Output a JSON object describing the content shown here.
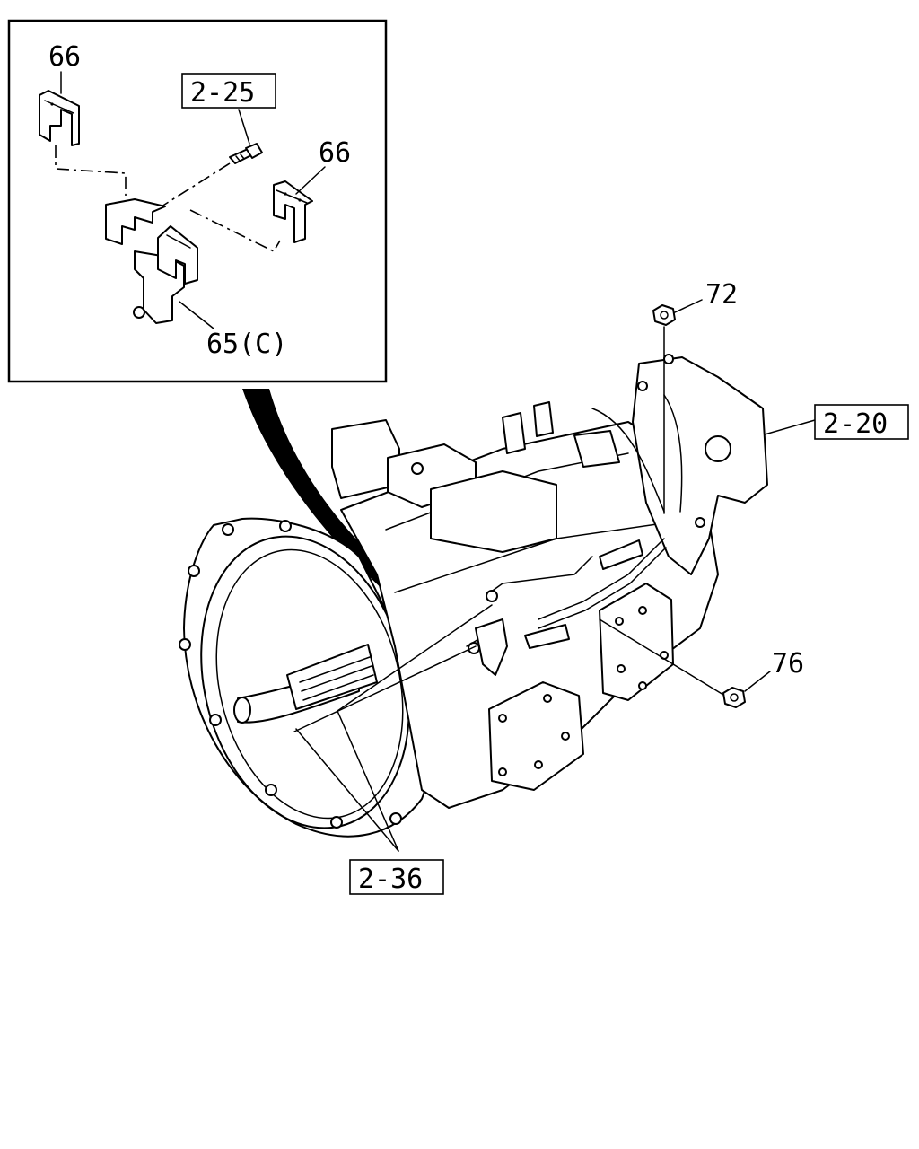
{
  "callouts": {
    "inset_clip_top_left": "66",
    "inset_bolt_ref": "2-25",
    "inset_clip_right": "66",
    "inset_bracket": "65(C)",
    "nut_top": "72",
    "rear_housing_ref": "2-20",
    "nut_right": "76",
    "cable_ref": "2-36"
  }
}
